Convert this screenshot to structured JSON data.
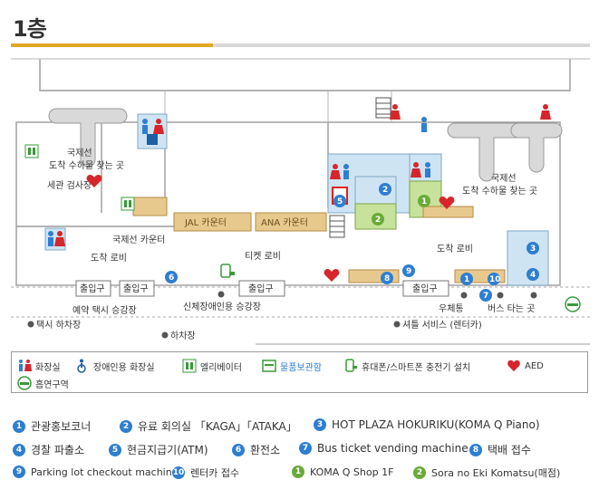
{
  "floor_title": "1층",
  "colors": {
    "accent_gold": "#e0a826",
    "info_blue": "#2e7ed1",
    "shop_green": "#6aaa3a",
    "aed_red": "#d6262b",
    "counter_tan": "#e8c98d"
  },
  "map": {
    "labels": {
      "intl_baggage_left": "국제선",
      "intl_baggage_left_2": "도착 수하물 찾는 곳",
      "customs": "세관 검사장",
      "intl_counter": "국제선 카운터",
      "jal_counter": "JAL 카운터",
      "ana_counter": "ANA 카운터",
      "arrival_lobby_left": "도착 로비",
      "ticket_lobby": "티켓 로비",
      "intl_baggage_right": "국제선",
      "intl_baggage_right_2": "도착 수하물 찾는 곳",
      "arrival_lobby_right": "도착 로비",
      "elevator_disabled": "신체장애인용 승강장",
      "reserved_taxi": "예약 택시 승강장",
      "taxi_stand": "택시 하차장",
      "dropoff": "하차장",
      "shuttle": "셔틀 서비스 (렌터카)",
      "post": "우체통",
      "bus_stop": "버스 타는 곳"
    },
    "exits": [
      "출입구",
      "출입구",
      "출입구",
      "출입구"
    ]
  },
  "legend": {
    "restroom": "화장실",
    "accessible_restroom": "장애인용 화장실",
    "elevator": "엘리베이터",
    "lockers": "물품보관함",
    "charging": "휴대폰/스마트폰 충전기 설치",
    "aed": "AED",
    "smoking": "흡연구역"
  },
  "facilities": [
    {
      "num": "1",
      "color": "blue",
      "label": "관광홍보코너"
    },
    {
      "num": "2",
      "color": "blue",
      "label": "유료 회의실 「KAGA」「ATAKA」"
    },
    {
      "num": "3",
      "color": "blue",
      "label": "HOT PLAZA HOKURIKU(KOMA Q Piano)"
    },
    {
      "num": "4",
      "color": "blue",
      "label": "경찰 파출소"
    },
    {
      "num": "5",
      "color": "blue",
      "label": "현금지급기(ATM)"
    },
    {
      "num": "6",
      "color": "blue",
      "label": "환전소"
    },
    {
      "num": "7",
      "color": "blue",
      "label": "Bus ticket vending machine"
    },
    {
      "num": "8",
      "color": "blue",
      "label": "택배 접수"
    },
    {
      "num": "9",
      "color": "blue",
      "label": "Parking lot checkout machine"
    },
    {
      "num": "10",
      "color": "blue",
      "label": "렌터카 접수"
    },
    {
      "num": "1",
      "color": "green",
      "label": "KOMA Q Shop 1F"
    },
    {
      "num": "2",
      "color": "green",
      "label": "Sora no Eki Komatsu(매점)"
    }
  ]
}
